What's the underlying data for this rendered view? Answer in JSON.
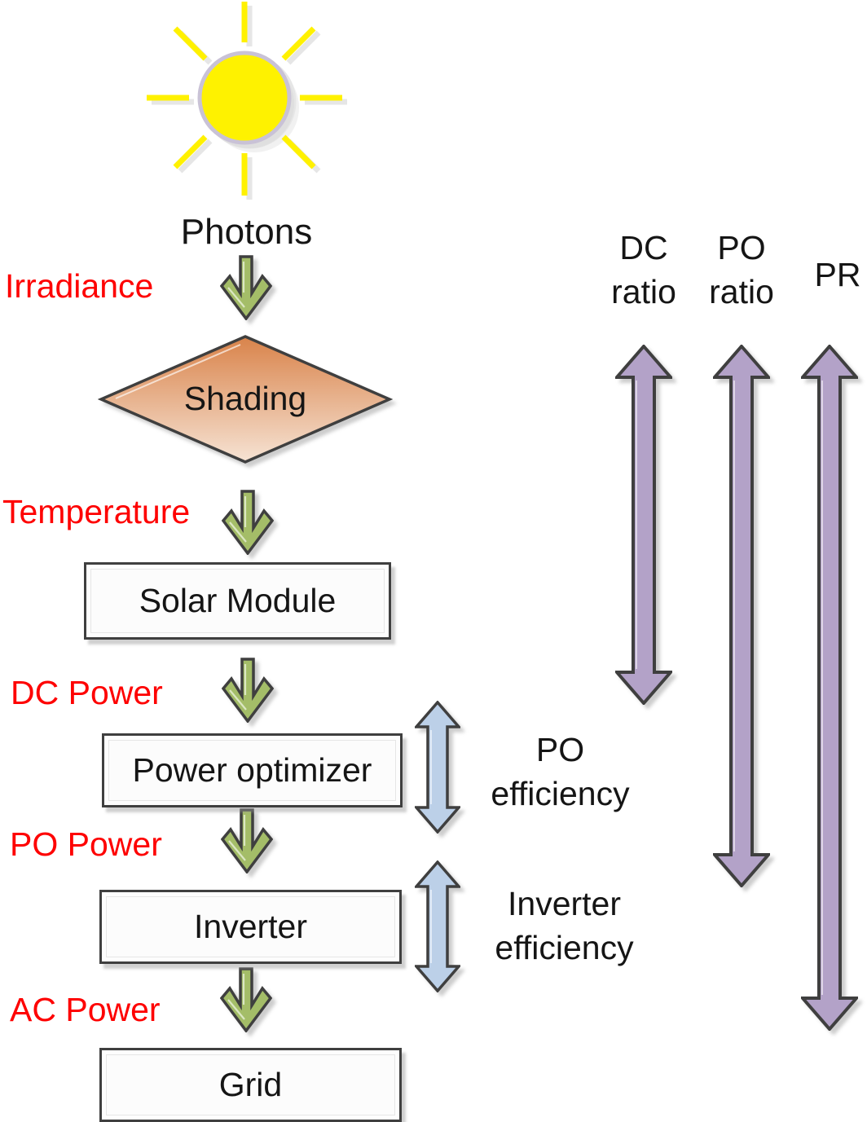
{
  "colors": {
    "red_label": "#fe0000",
    "green_arrow": "#a4bd68",
    "green_arrow_highlight": "#dbe7c3",
    "blue_arrow": "#bcd0e8",
    "purple_arrow": "#b3a2c8",
    "outline": "#3f3f3f",
    "diamond_top": "#d9834a",
    "diamond_bottom": "#f6e3d4",
    "sun_fill": "#fef200",
    "sun_ring": "#c9c2d6",
    "sun_ray": "#fff100",
    "box_fill": "#fcfcfc",
    "text": "#151515"
  },
  "sun": {
    "icon": "sun-icon",
    "label": "Photons"
  },
  "inputs": {
    "irradiance": "Irradiance",
    "temperature": "Temperature",
    "dc_power": "DC Power",
    "po_power": "PO Power",
    "ac_power": "AC Power"
  },
  "nodes": {
    "shading": "Shading",
    "solar_module": "Solar Module",
    "power_optimizer": "Power optimizer",
    "inverter": "Inverter",
    "grid": "Grid"
  },
  "efficiencies": {
    "po": {
      "line1": "PO",
      "line2": "efficiency"
    },
    "inverter": {
      "line1": "Inverter",
      "line2": "efficiency"
    }
  },
  "ratios": {
    "dc": {
      "line1": "DC",
      "line2": "ratio"
    },
    "po": {
      "line1": "PO",
      "line2": "ratio"
    },
    "pr": {
      "line1": "PR"
    }
  }
}
